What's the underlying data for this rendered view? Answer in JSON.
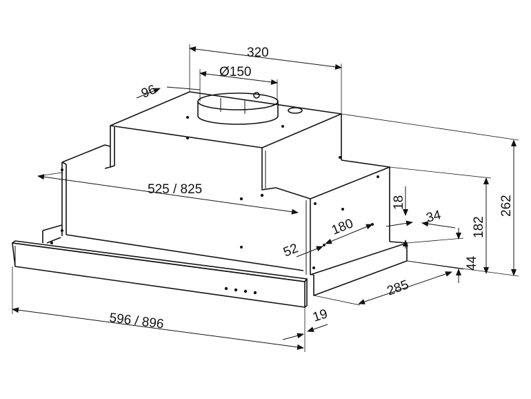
{
  "dimensions": {
    "top_width": "320",
    "duct_diameter": "Ø150",
    "duct_offset": "96",
    "body_width": "525 / 825",
    "depth_offset_18": "18",
    "depth_34": "34",
    "hole_spacing": "180",
    "hole_offset": "52",
    "height_body": "182",
    "height_total": "262",
    "panel_height": "44",
    "depth": "285",
    "front_width": "596 / 896",
    "panel_thickness": "19"
  }
}
